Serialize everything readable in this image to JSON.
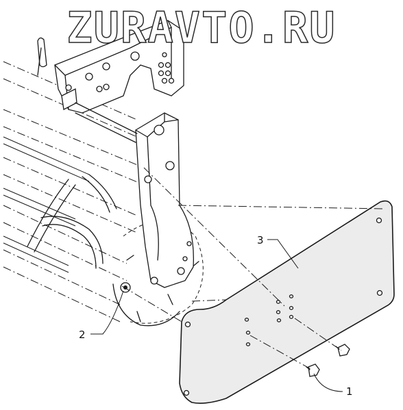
{
  "watermark": "ZURAVTO.RU",
  "callouts": [
    {
      "id": "1",
      "label": "1"
    },
    {
      "id": "2",
      "label": "2"
    },
    {
      "id": "3",
      "label": "3"
    }
  ],
  "colors": {
    "line": "#1a1a1a",
    "plate_fill": "#ececec",
    "background": "#ffffff"
  }
}
